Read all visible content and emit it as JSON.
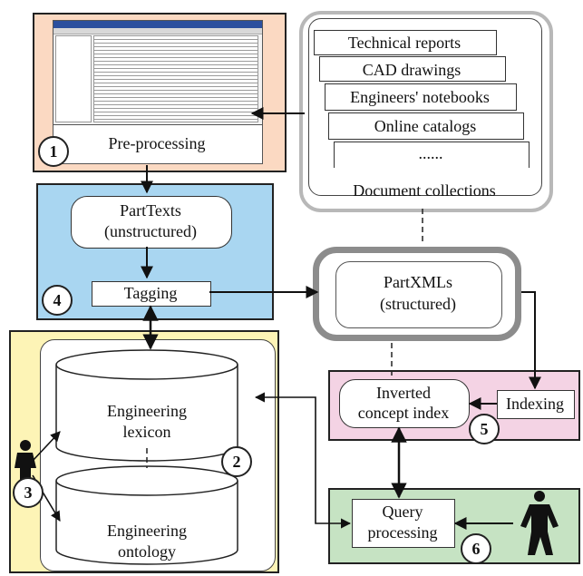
{
  "preprocessing": {
    "label": "Pre-processing",
    "number": "1"
  },
  "documents": {
    "items": [
      "Technical reports",
      "CAD drawings",
      "Engineers' notebooks",
      "Online catalogs",
      "......"
    ],
    "caption": "Document collections"
  },
  "partTexts": {
    "line1": "PartTexts",
    "line2": "(unstructured)"
  },
  "tagging": {
    "label": "Tagging",
    "number": "4"
  },
  "partXmls": {
    "line1": "PartXMLs",
    "line2": "(structured)"
  },
  "knowledge": {
    "lexicon_line1": "Engineering",
    "lexicon_line2": "lexicon",
    "ontology_line1": "Engineering",
    "ontology_line2": "ontology",
    "number_knowledge": "2",
    "number_user": "3"
  },
  "index": {
    "inverted_line1": "Inverted",
    "inverted_line2": "concept index",
    "indexing": "Indexing",
    "number": "5"
  },
  "query": {
    "line1": "Query",
    "line2": "processing",
    "number": "6"
  },
  "colors": {
    "orange_panel": "#fbd9c2",
    "blue_panel": "#a9d6f1",
    "yellow_panel": "#fdf4b6",
    "pink_panel": "#f4d3e4",
    "green_panel": "#c6e3c3"
  }
}
